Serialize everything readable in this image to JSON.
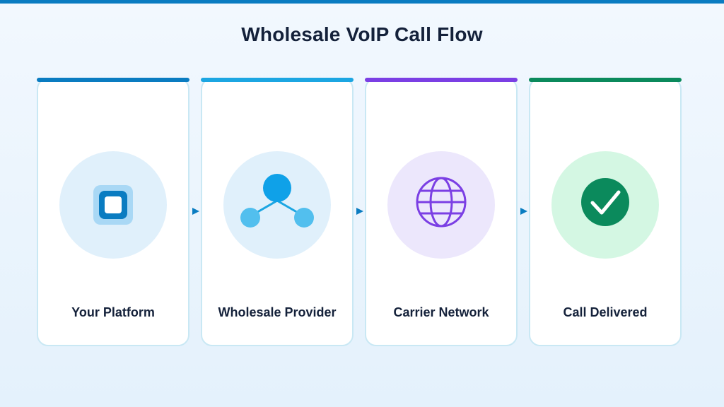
{
  "title": "Wholesale VoIP Call Flow",
  "colors": {
    "top_bar": "#0a7cc1",
    "arrow": "#0a7cc1"
  },
  "steps": [
    {
      "label": "Your Platform",
      "icon": "square-app-icon",
      "accent": "#0a7cc1",
      "circle_bg": "#e0f0fb"
    },
    {
      "label": "Wholesale Provider",
      "icon": "network-nodes-icon",
      "accent": "#1ca6e2",
      "circle_bg": "#e0f0fb"
    },
    {
      "label": "Carrier Network",
      "icon": "globe-icon",
      "accent": "#7b3fe4",
      "circle_bg": "#ece7fc"
    },
    {
      "label": "Call Delivered",
      "icon": "check-circle-icon",
      "accent": "#0b8a5c",
      "circle_bg": "#d4f7e3"
    }
  ]
}
